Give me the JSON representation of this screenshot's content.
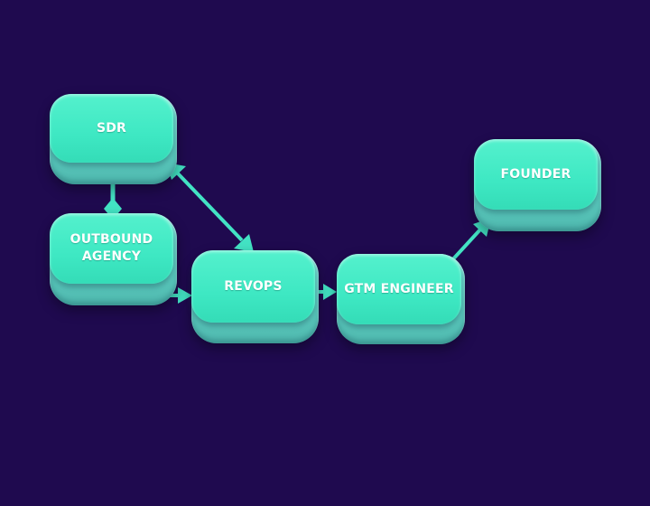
{
  "colors": {
    "background": "#1f0a4f",
    "node_face": "#3ee8c3",
    "node_side": "#5fcfc3",
    "edge": "#43e3c4",
    "label": "#ffffff"
  },
  "nodes": {
    "sdr": {
      "label": "SDR"
    },
    "outbound_agency": {
      "label": "OUTBOUND\nAGENCY"
    },
    "revops": {
      "label": "REVOPS"
    },
    "gtm_engineer": {
      "label": "GTM ENGINEER"
    },
    "founder": {
      "label": "FOUNDER"
    }
  },
  "edges": [
    {
      "from": "SDR",
      "to": "OUTBOUND AGENCY",
      "style": "diamond-connector"
    },
    {
      "from": "SDR",
      "to": "REVOPS",
      "style": "bidirectional-arrow"
    },
    {
      "from": "OUTBOUND AGENCY",
      "to": "REVOPS",
      "style": "arrow"
    },
    {
      "from": "REVOPS",
      "to": "GTM ENGINEER",
      "style": "arrow"
    },
    {
      "from": "GTM ENGINEER",
      "to": "FOUNDER",
      "style": "arrow"
    }
  ]
}
